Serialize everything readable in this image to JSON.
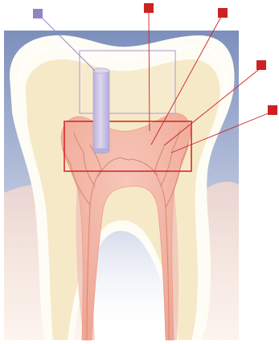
{
  "colors": {
    "background": "#ffffff",
    "gum_top": "#7c8fbc",
    "gum_bottom": "#bcc6de",
    "enamel": "#fdfcf5",
    "dentin": "#f6e9c8",
    "pulp": "#f3b4a3",
    "pulp_edge": "#ef9c87",
    "nerve": "#d98a73",
    "root_glow": "#efc0b8",
    "bone": "#f4e7d6",
    "post": "#c9c2e0",
    "post_edge": "#a79fc8",
    "post_top": "#ddd7ef",
    "post_marker": "#8f85c2",
    "pulp_marker": "#cc2222",
    "leader_red": "#cc2222",
    "leader_blue": "#8f85c2",
    "box_blue": "#b2a8d8",
    "box_red": "#d92a2a"
  },
  "labels": [
    {
      "id": "post",
      "marker_color": "post_marker",
      "text": ""
    },
    {
      "id": "pulp-chamber",
      "marker_color": "pulp_marker",
      "text": ""
    },
    {
      "id": "pulp-horn",
      "marker_color": "pulp_marker",
      "text": ""
    },
    {
      "id": "dentin-tubules",
      "marker_color": "pulp_marker",
      "text": ""
    },
    {
      "id": "nerve-branches",
      "marker_color": "pulp_marker",
      "text": ""
    }
  ],
  "icons": {
    "marker_shape": "square",
    "subject": "molar-tooth-cross-section"
  }
}
